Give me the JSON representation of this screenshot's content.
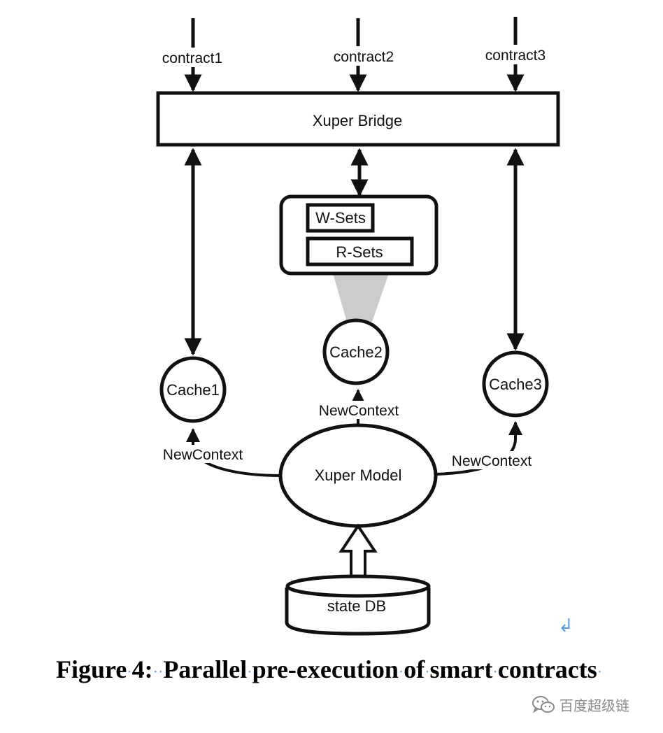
{
  "diagram": {
    "inputs": [
      "contract1",
      "contract2",
      "contract3"
    ],
    "bridge_label": "Xuper Bridge",
    "sets": [
      "W-Sets",
      "R-Sets"
    ],
    "caches": [
      "Cache1",
      "Cache2",
      "Cache3"
    ],
    "new_context_label": "NewContext",
    "model_label": "Xuper Model",
    "db_label": "state DB"
  },
  "caption": {
    "figure_label": "Figure",
    "figure_number": "4:",
    "title_words": [
      "Parallel",
      "pre-execution",
      "of",
      "smart",
      "contracts"
    ]
  },
  "editor": {
    "return_mark": "↲"
  },
  "watermark": {
    "text": "百度超级链",
    "icon": "wechat-icon"
  }
}
